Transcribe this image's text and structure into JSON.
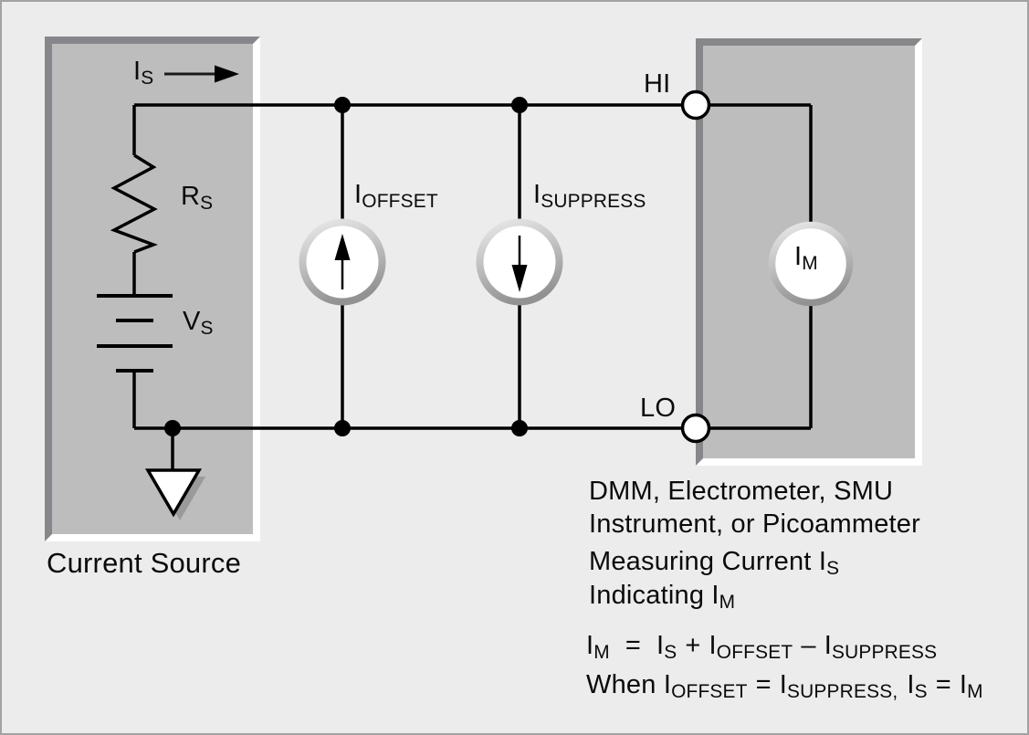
{
  "figure": {
    "background": "#ececec",
    "box_fill": "#bdbdbd",
    "bevel_dark": "#87878b",
    "bevel_light": "#ffffff",
    "wire_color": "#000000",
    "ring_light": "#e4e4e4",
    "ring_dark": "#949494"
  },
  "labels": {
    "is": {
      "m": "I",
      "s": "S"
    },
    "rs": {
      "m": "R",
      "s": "S"
    },
    "vs": {
      "m": "V",
      "s": "S"
    },
    "ioffset": {
      "m": "I",
      "s": "OFFSET"
    },
    "isuppress": {
      "m": "I",
      "s": "SUPPRESS"
    },
    "im": {
      "m": "I",
      "s": "M"
    },
    "hi": "HI",
    "lo": "LO",
    "current_source": "Current Source"
  },
  "description": {
    "line1": "DMM, Electrometer, SMU",
    "line2": "Instrument, or Picoammeter",
    "line3": {
      "m": "Measuring Current I",
      "s": "S"
    },
    "line4": {
      "m": "Indicating I",
      "s": "M"
    }
  },
  "formulas": {
    "f1": [
      {
        "m": "I",
        "s": "M"
      },
      {
        "m": "="
      },
      {
        "m": "I",
        "s": "S"
      },
      {
        "m": "+"
      },
      {
        "m": "I",
        "s": "OFFSET"
      },
      {
        "m": "–"
      },
      {
        "m": "I",
        "s": "SUPPRESS"
      }
    ],
    "f2": [
      {
        "m": "When I",
        "s": "OFFSET"
      },
      {
        "m": "="
      },
      {
        "m": "I",
        "s": "SUPPRESS,"
      },
      {
        "m": "I",
        "s": "S"
      },
      {
        "m": "="
      },
      {
        "m": "I",
        "s": "M"
      }
    ]
  }
}
